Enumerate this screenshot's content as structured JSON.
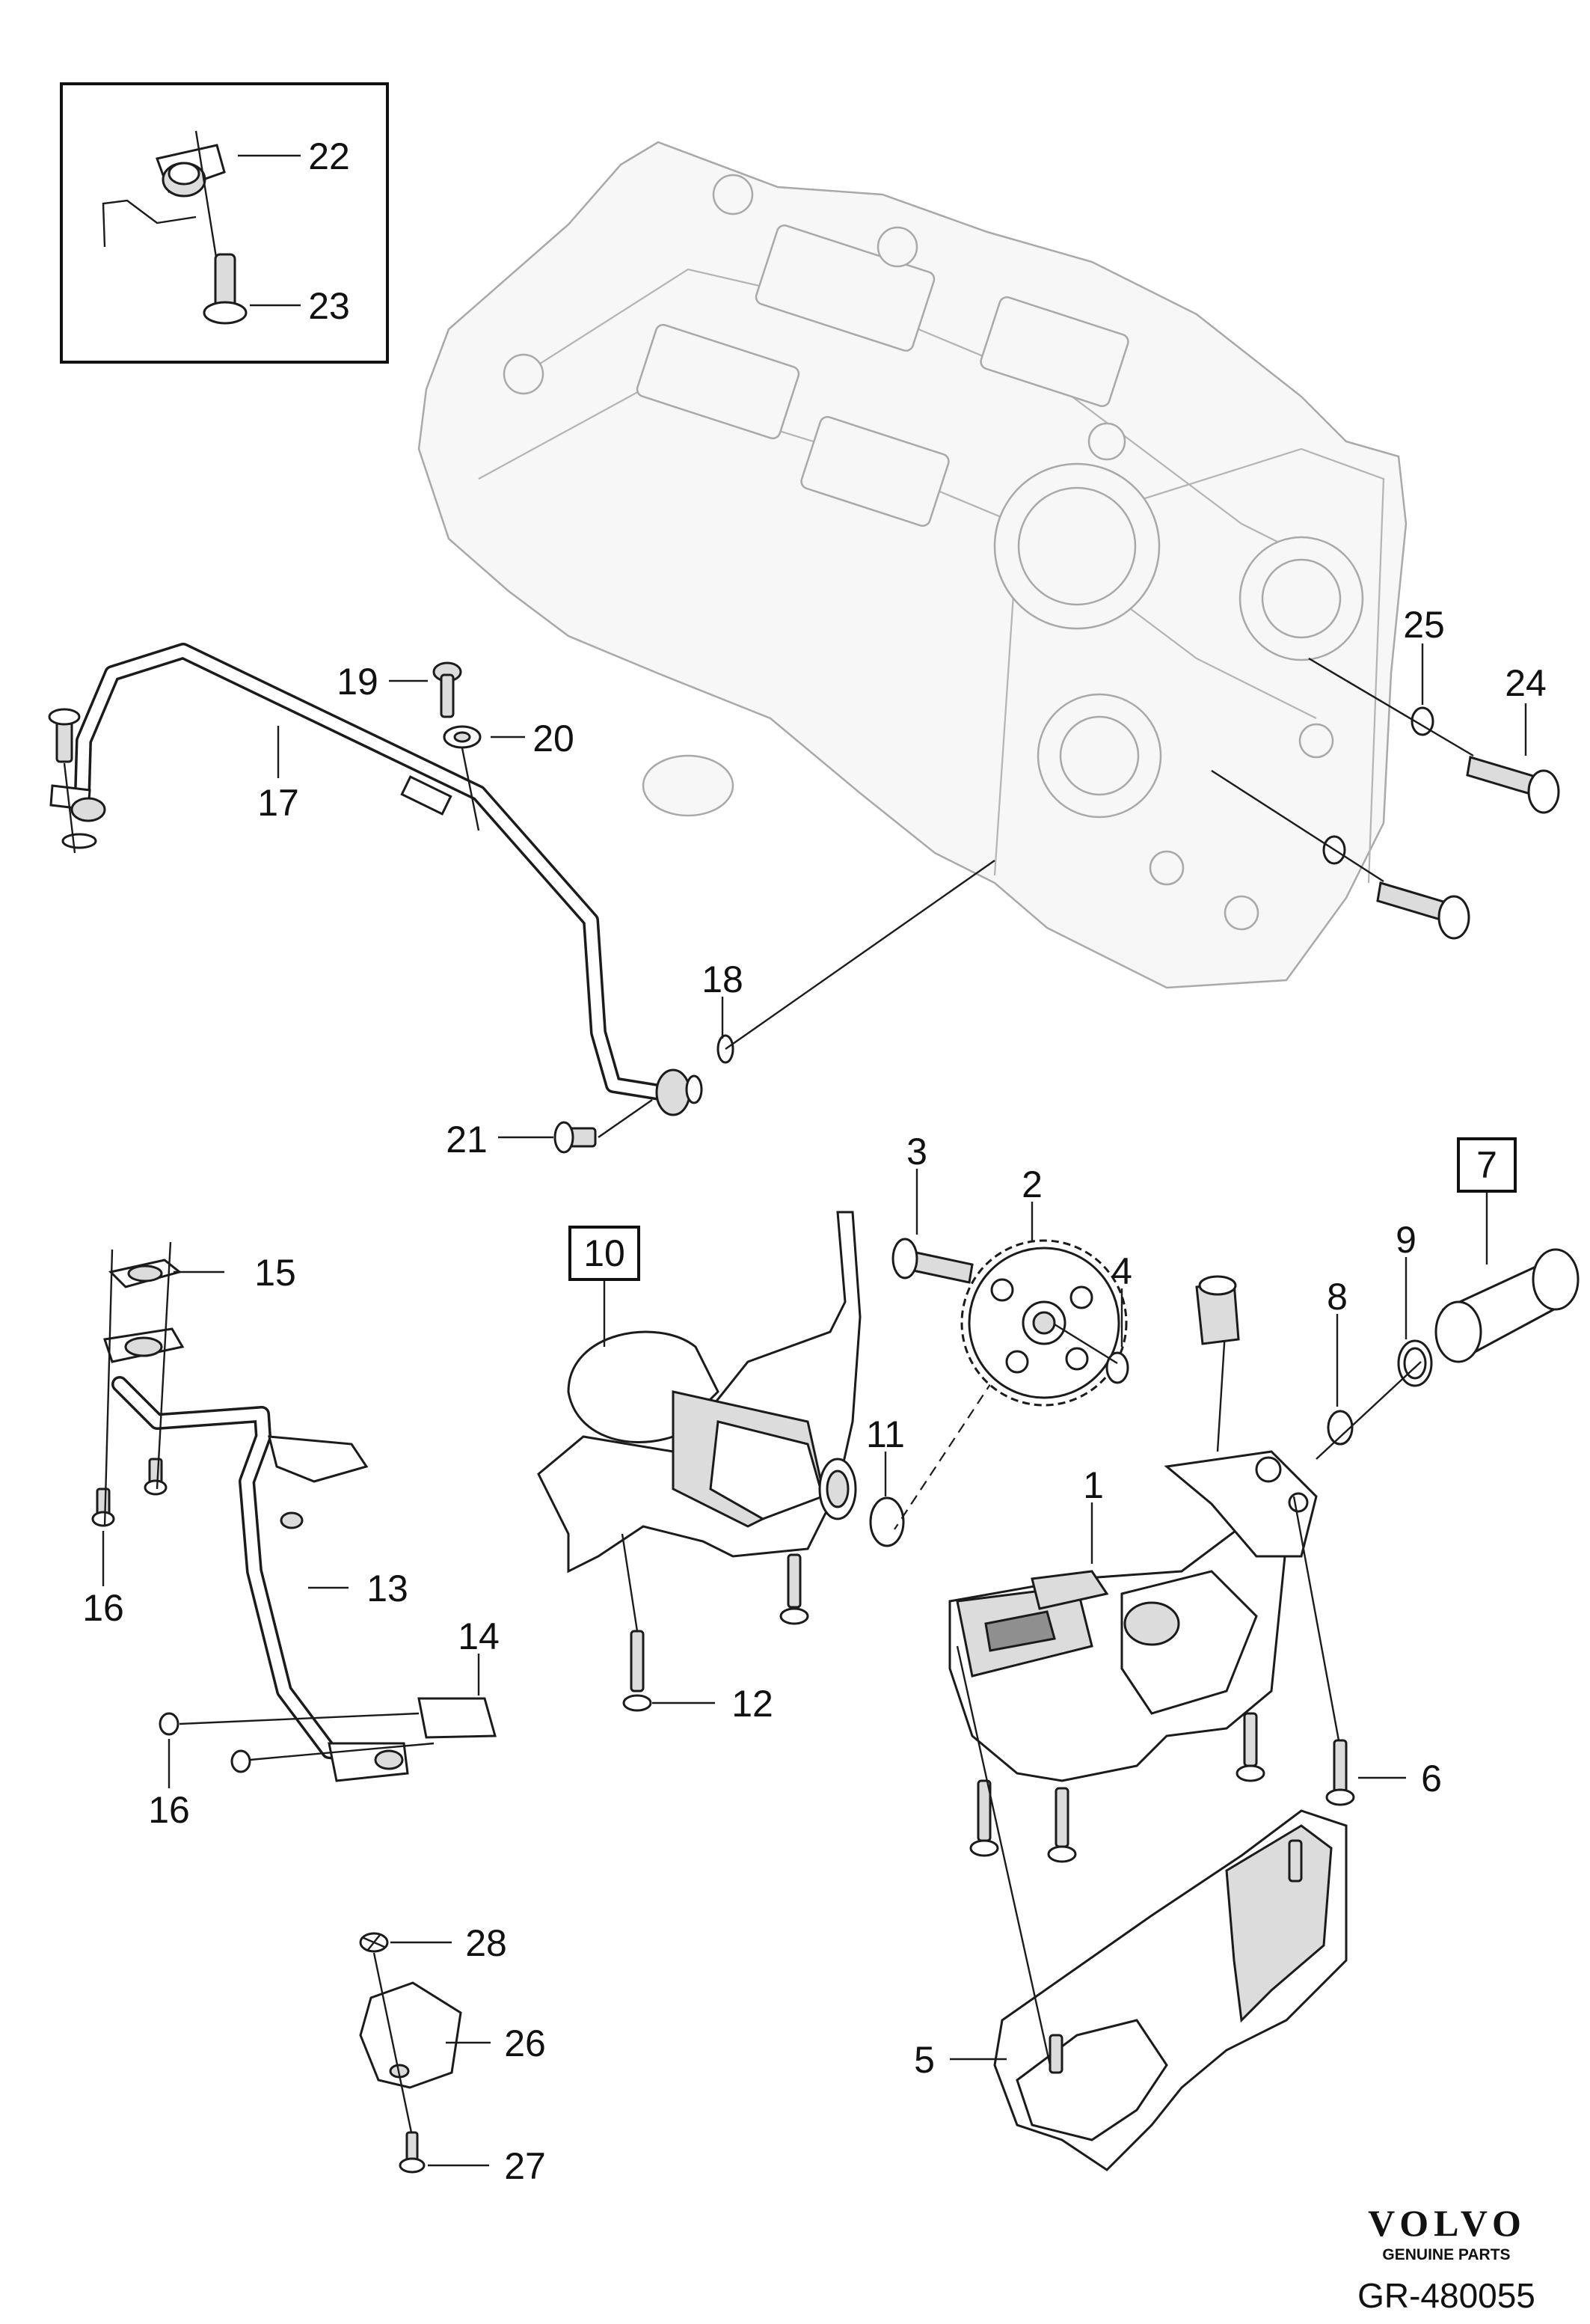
{
  "diagram": {
    "callouts": [
      {
        "id": "c1",
        "label": "1"
      },
      {
        "id": "c2",
        "label": "2"
      },
      {
        "id": "c3",
        "label": "3"
      },
      {
        "id": "c4",
        "label": "4"
      },
      {
        "id": "c5",
        "label": "5"
      },
      {
        "id": "c6",
        "label": "6"
      },
      {
        "id": "c7",
        "label": "7",
        "boxed": true
      },
      {
        "id": "c8",
        "label": "8"
      },
      {
        "id": "c9",
        "label": "9"
      },
      {
        "id": "c10",
        "label": "10",
        "boxed": true
      },
      {
        "id": "c11",
        "label": "11"
      },
      {
        "id": "c12",
        "label": "12"
      },
      {
        "id": "c13",
        "label": "13"
      },
      {
        "id": "c14",
        "label": "14"
      },
      {
        "id": "c15",
        "label": "15"
      },
      {
        "id": "c16a",
        "label": "16"
      },
      {
        "id": "c16b",
        "label": "16"
      },
      {
        "id": "c17",
        "label": "17"
      },
      {
        "id": "c18",
        "label": "18"
      },
      {
        "id": "c19",
        "label": "19"
      },
      {
        "id": "c20",
        "label": "20"
      },
      {
        "id": "c21",
        "label": "21"
      },
      {
        "id": "c22",
        "label": "22"
      },
      {
        "id": "c23",
        "label": "23"
      },
      {
        "id": "c24",
        "label": "24"
      },
      {
        "id": "c25",
        "label": "25"
      },
      {
        "id": "c26",
        "label": "26"
      },
      {
        "id": "c27",
        "label": "27"
      },
      {
        "id": "c28",
        "label": "28"
      }
    ]
  },
  "footer": {
    "brand": "VOLVO",
    "tagline": "GENUINE PARTS",
    "reference": "GR-480055"
  }
}
